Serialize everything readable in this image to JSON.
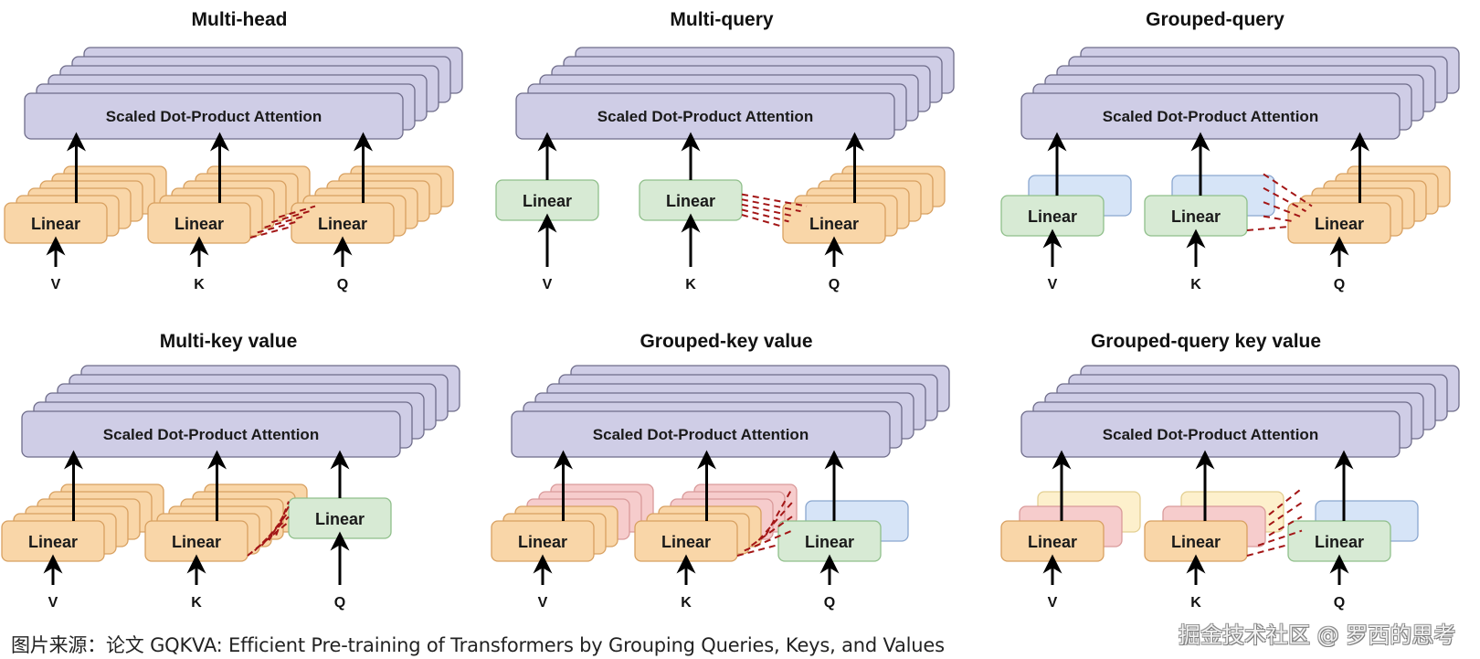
{
  "figure": {
    "source_caption": "图片来源：论文 GQKVA: Efficient Pre-training of Transformers by Grouping Queries, Keys, and Values",
    "watermark": "掘金技术社区 @ 罗西的思考",
    "colors": {
      "attention_fill": "#cfcde6",
      "attention_stroke": "#6e6c8a",
      "orange_fill": "#f9d6a8",
      "orange_stroke": "#d8a060",
      "green_fill": "#d7ead4",
      "green_stroke": "#8fbf8a",
      "blue_fill": "#d6e4f7",
      "blue_stroke": "#8aa6cf",
      "pink_fill": "#f6cccc",
      "pink_stroke": "#d99a9a",
      "yellow_fill": "#fdf0cc",
      "yellow_stroke": "#e3cf92",
      "dashed_link": "#a31515",
      "arrow": "#000000"
    },
    "common_labels": {
      "attention_block": "Scaled Dot-Product Attention",
      "linear_block": "Linear"
    },
    "panels": [
      {
        "title": "Multi-head",
        "attention_copies": 6,
        "inputs": [
          {
            "label": "V",
            "stack": [
              "orange",
              "orange",
              "orange",
              "orange",
              "orange",
              "orange"
            ]
          },
          {
            "label": "K",
            "stack": [
              "orange",
              "orange",
              "orange",
              "orange",
              "orange",
              "orange"
            ]
          },
          {
            "label": "Q",
            "stack": [
              "orange",
              "orange",
              "orange",
              "orange",
              "orange",
              "orange"
            ]
          }
        ],
        "links": "K-Q one-to-one"
      },
      {
        "title": "Multi-query",
        "attention_copies": 6,
        "inputs": [
          {
            "label": "V",
            "stack": [
              "green"
            ]
          },
          {
            "label": "K",
            "stack": [
              "green"
            ]
          },
          {
            "label": "Q",
            "stack": [
              "orange",
              "orange",
              "orange",
              "orange",
              "orange",
              "orange"
            ]
          }
        ],
        "links": "all Q heads share one K"
      },
      {
        "title": "Grouped-query",
        "attention_copies": 6,
        "inputs": [
          {
            "label": "V",
            "stack": [
              "blue",
              "green"
            ]
          },
          {
            "label": "K",
            "stack": [
              "blue",
              "green"
            ]
          },
          {
            "label": "Q",
            "stack": [
              "orange",
              "orange",
              "orange",
              "orange",
              "orange",
              "orange"
            ]
          }
        ],
        "links": "Q heads grouped onto K groups"
      },
      {
        "title": "Multi-key value",
        "attention_copies": 6,
        "inputs": [
          {
            "label": "V",
            "stack": [
              "orange",
              "orange",
              "orange",
              "orange",
              "orange",
              "orange"
            ]
          },
          {
            "label": "K",
            "stack": [
              "orange",
              "orange",
              "orange",
              "orange",
              "orange",
              "orange"
            ]
          },
          {
            "label": "Q",
            "stack": [
              "green"
            ]
          }
        ],
        "links": "all K heads share one Q"
      },
      {
        "title": "Grouped-key value",
        "attention_copies": 6,
        "inputs": [
          {
            "label": "V",
            "stack": [
              "pink",
              "pink",
              "pink",
              "orange",
              "orange",
              "orange"
            ]
          },
          {
            "label": "K",
            "stack": [
              "pink",
              "pink",
              "pink",
              "orange",
              "orange",
              "orange"
            ]
          },
          {
            "label": "Q",
            "stack": [
              "blue",
              "green"
            ]
          }
        ],
        "links": "K groups onto Q groups"
      },
      {
        "title": "Grouped-query key value",
        "attention_copies": 6,
        "inputs": [
          {
            "label": "V",
            "stack": [
              "yellow",
              "pink",
              "orange"
            ]
          },
          {
            "label": "K",
            "stack": [
              "yellow",
              "pink",
              "orange"
            ]
          },
          {
            "label": "Q",
            "stack": [
              "blue",
              "green"
            ]
          }
        ],
        "links": "K groups onto Q groups"
      }
    ]
  }
}
